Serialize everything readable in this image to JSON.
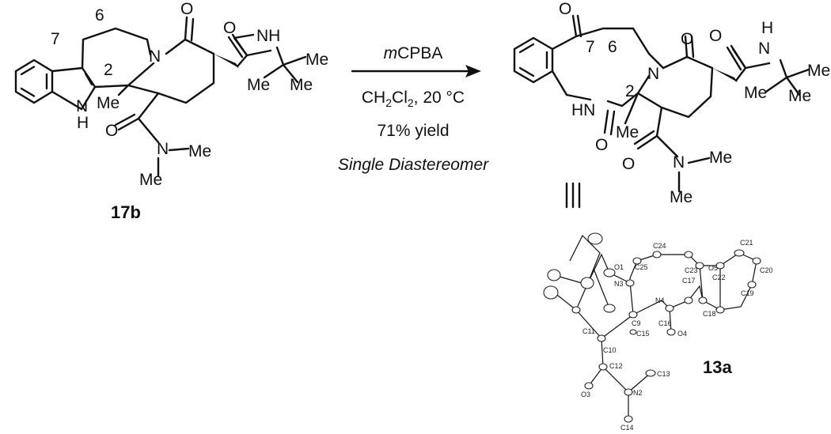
{
  "reaction": {
    "reactant_label": "17b",
    "product_label": "13a",
    "reagent": "mCPBA",
    "solvent": "CH2Cl2, 20 °C",
    "yield": "71% yield",
    "selectivity": "Single Diastereomer",
    "equivalence_symbol": "|||"
  },
  "atoms": {
    "N": "N",
    "O": "O",
    "NH": "NH",
    "HN": "HN",
    "H": "H",
    "Me": "Me",
    "n2": "2",
    "n6": "6",
    "n7": "7"
  },
  "crystal_labels": [
    "C24",
    "C25",
    "O1",
    "N3",
    "C23",
    "O5",
    "C21",
    "C22",
    "C20",
    "N4",
    "C17",
    "C19",
    "C9",
    "C16",
    "C18",
    "C11",
    "C10",
    "C15",
    "O4",
    "C12",
    "C13",
    "O3",
    "N2",
    "C14"
  ]
}
